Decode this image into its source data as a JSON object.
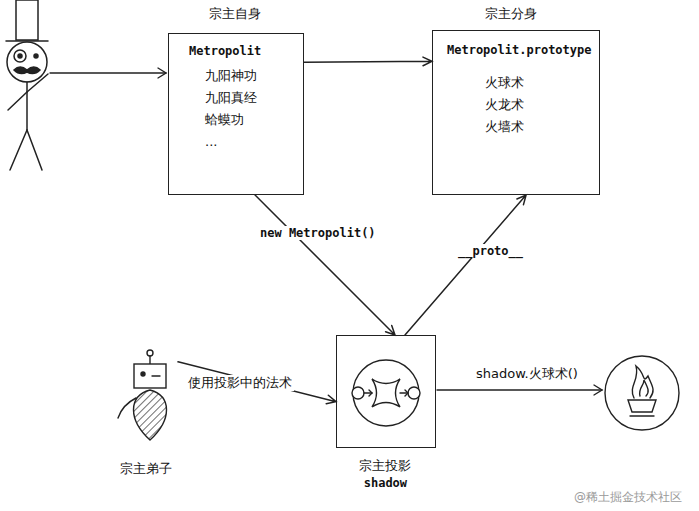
{
  "diagram": {
    "nodes": [
      {
        "text": [
          "宗主自身",
          "Metropolit",
          "九阳神功",
          "九阳真经",
          "蛤蟆功",
          "..."
        ]
      },
      {
        "text": [
          "宗主分身",
          "Metropolit.prototype",
          "火球术",
          "火龙术",
          "火墙术"
        ]
      },
      {
        "text": [
          "宗主弟子"
        ]
      },
      {
        "text": [
          "宗主投影",
          "shadow"
        ]
      }
    ],
    "edges": [
      {
        "from": 0,
        "to": 1,
        "arrow": "to"
      },
      {
        "from": 0,
        "to": 3,
        "label": "new Metropolit()",
        "arrow": "to"
      },
      {
        "from": 3,
        "to": 1,
        "label": "__proto__",
        "arrow": "to"
      },
      {
        "from": 2,
        "to": 3,
        "label": "使用投影中的法术",
        "arrow": "to"
      }
    ],
    "labels": [
      "shadow.火球术()",
      "@稀土掘金技术社区"
    ]
  }
}
